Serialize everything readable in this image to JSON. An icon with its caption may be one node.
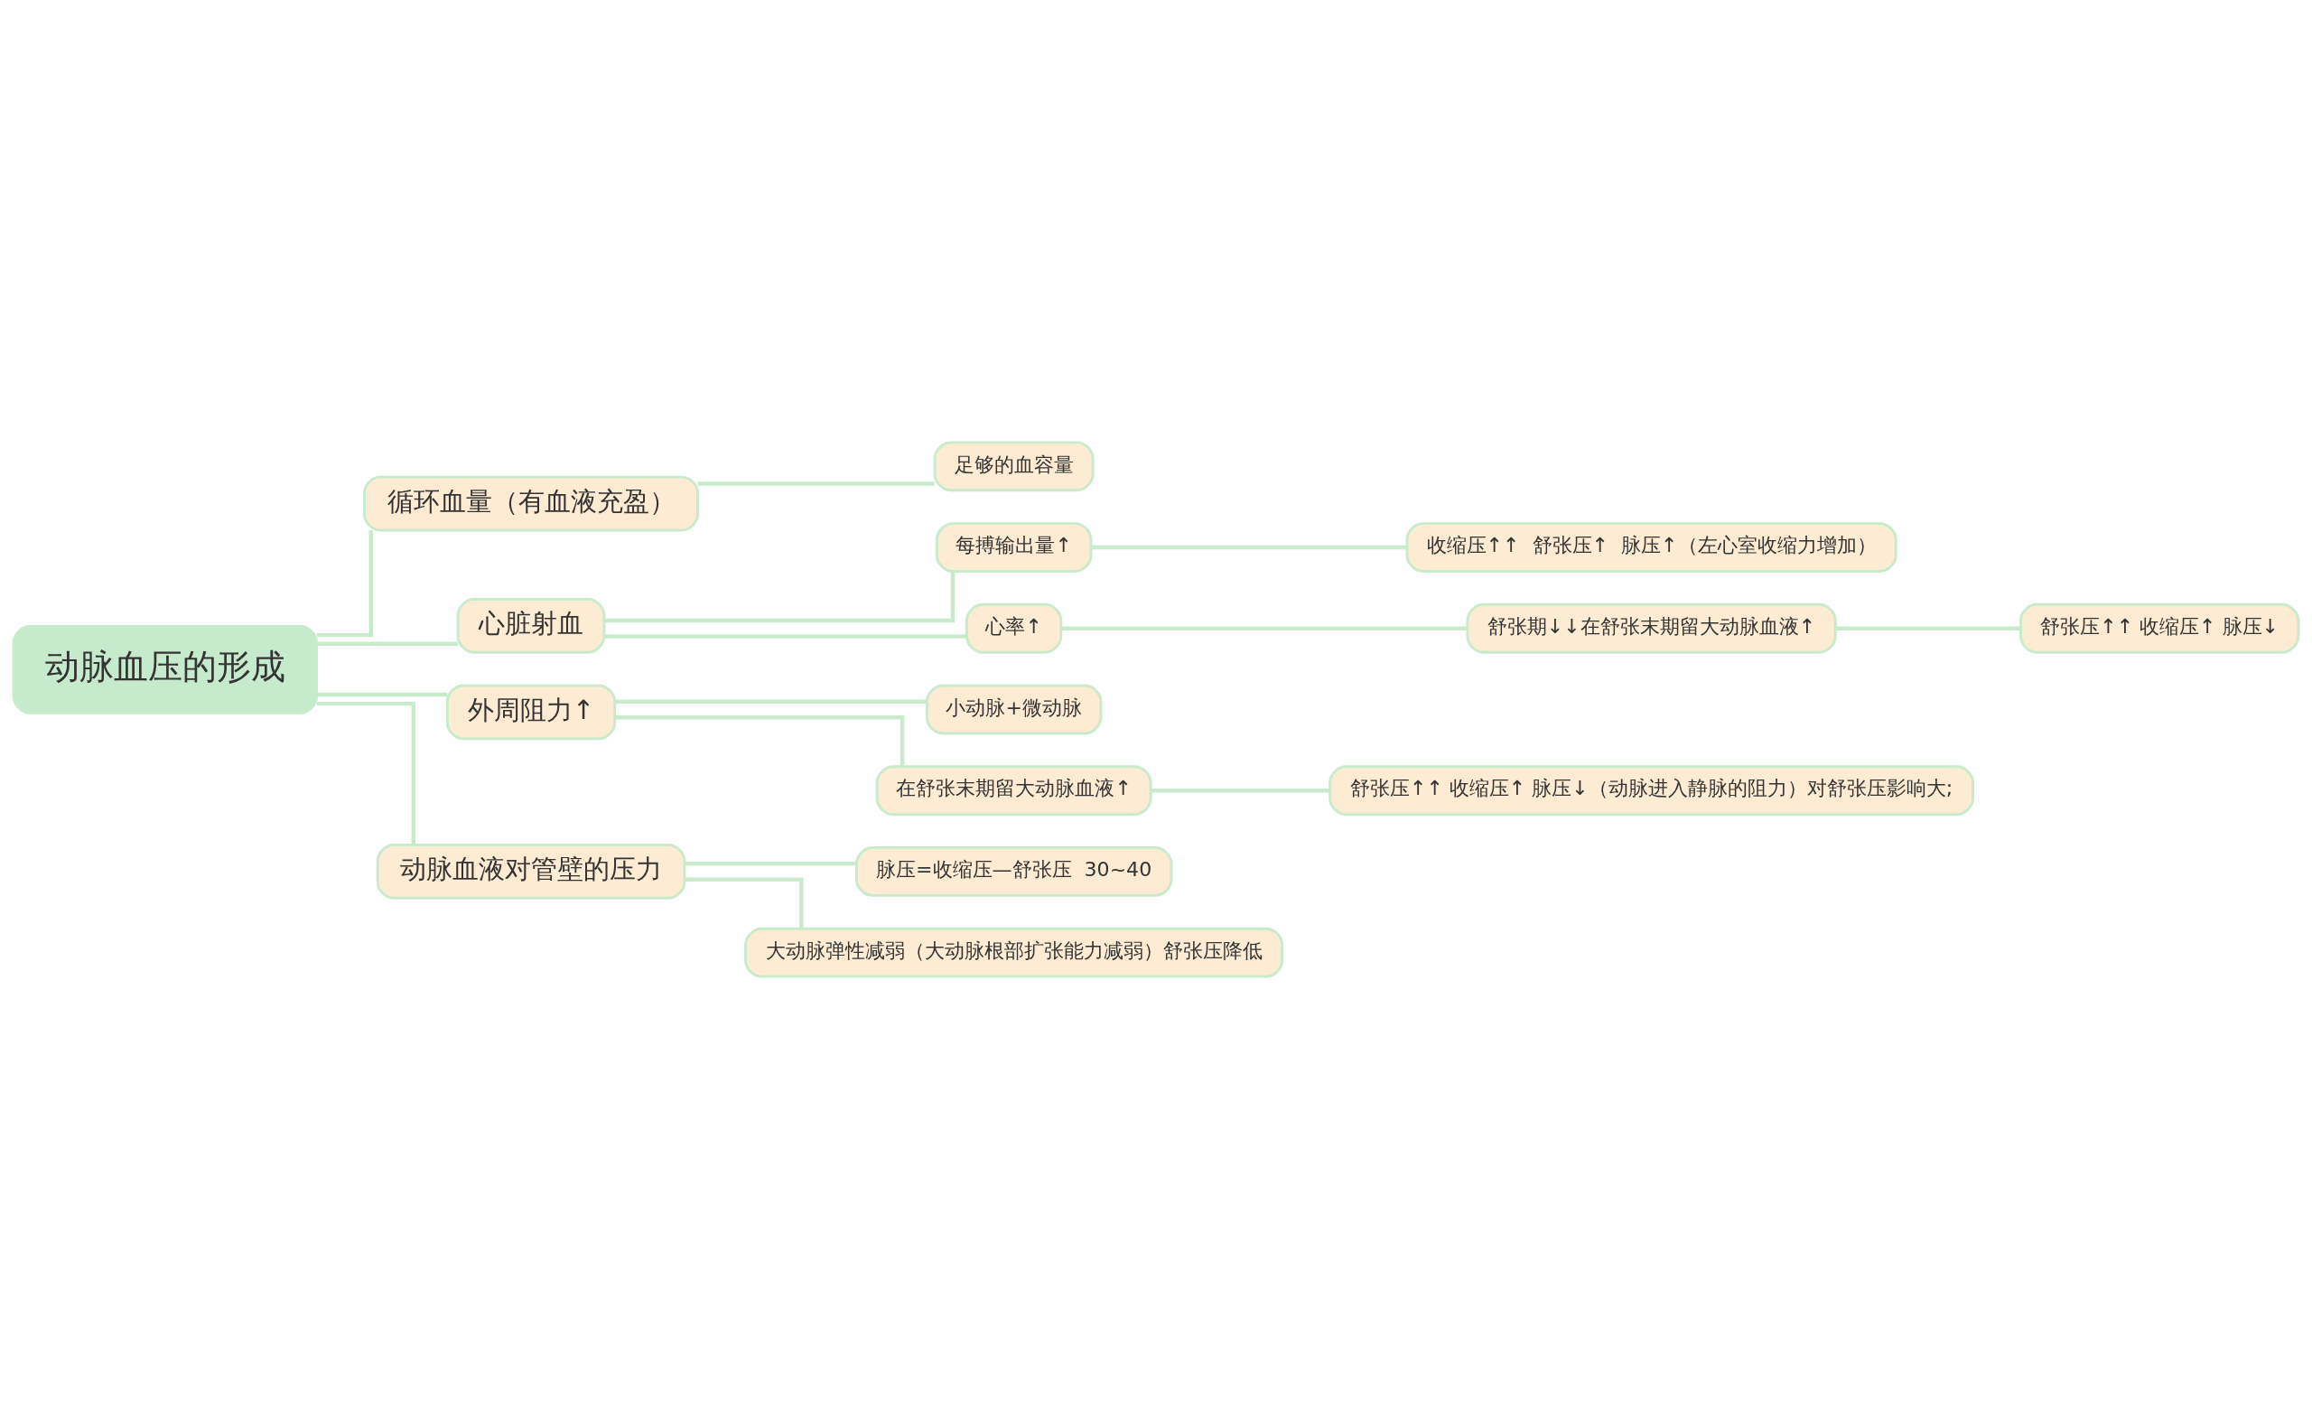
{
  "diagram": {
    "nodes": [
      {
        "text": [
          "动脉血压的形成"
        ]
      },
      {
        "text": [
          "循环血量（有血液充盈）"
        ]
      },
      {
        "text": [
          "足够的血容量"
        ]
      },
      {
        "text": [
          "心脏射血"
        ]
      },
      {
        "text": [
          "每搏输出量↑"
        ]
      },
      {
        "text": [
          "收缩压↑↑  舒张压↑  脉压↑（左心室收缩力增加）"
        ]
      },
      {
        "text": [
          "心率↑"
        ]
      },
      {
        "text": [
          "舒张期↓↓在舒张末期留大动脉血液↑"
        ]
      },
      {
        "text": [
          "舒张压↑↑ 收缩压↑ 脉压↓"
        ]
      },
      {
        "text": [
          "外周阻力↑"
        ]
      },
      {
        "text": [
          "小动脉+微动脉"
        ]
      },
      {
        "text": [
          "在舒张末期留大动脉血液↑"
        ]
      },
      {
        "text": [
          "舒张压↑↑ 收缩压↑ 脉压↓（动脉进入静脉的阻力）对舒张压影响大;"
        ]
      },
      {
        "text": [
          "动脉血液对管壁的压力"
        ]
      },
      {
        "text": [
          "脉压=收缩压—舒张压  30~40"
        ]
      },
      {
        "text": [
          "大动脉弹性减弱（大动脉根部扩张能力减弱）舒张压降低"
        ]
      }
    ],
    "edges": [
      {
        "from": 0,
        "to": 1,
        "arrow": "none"
      },
      {
        "from": 1,
        "to": 2,
        "arrow": "none"
      },
      {
        "from": 0,
        "to": 3,
        "arrow": "none"
      },
      {
        "from": 3,
        "to": 4,
        "arrow": "none"
      },
      {
        "from": 4,
        "to": 5,
        "arrow": "none"
      },
      {
        "from": 3,
        "to": 6,
        "arrow": "none"
      },
      {
        "from": 6,
        "to": 7,
        "arrow": "none"
      },
      {
        "from": 7,
        "to": 8,
        "arrow": "none"
      },
      {
        "from": 0,
        "to": 9,
        "arrow": "none"
      },
      {
        "from": 9,
        "to": 10,
        "arrow": "none"
      },
      {
        "from": 9,
        "to": 11,
        "arrow": "none"
      },
      {
        "from": 11,
        "to": 12,
        "arrow": "none"
      },
      {
        "from": 0,
        "to": 13,
        "arrow": "none"
      },
      {
        "from": 13,
        "to": 14,
        "arrow": "none"
      },
      {
        "from": 13,
        "to": 15,
        "arrow": "none"
      }
    ]
  }
}
